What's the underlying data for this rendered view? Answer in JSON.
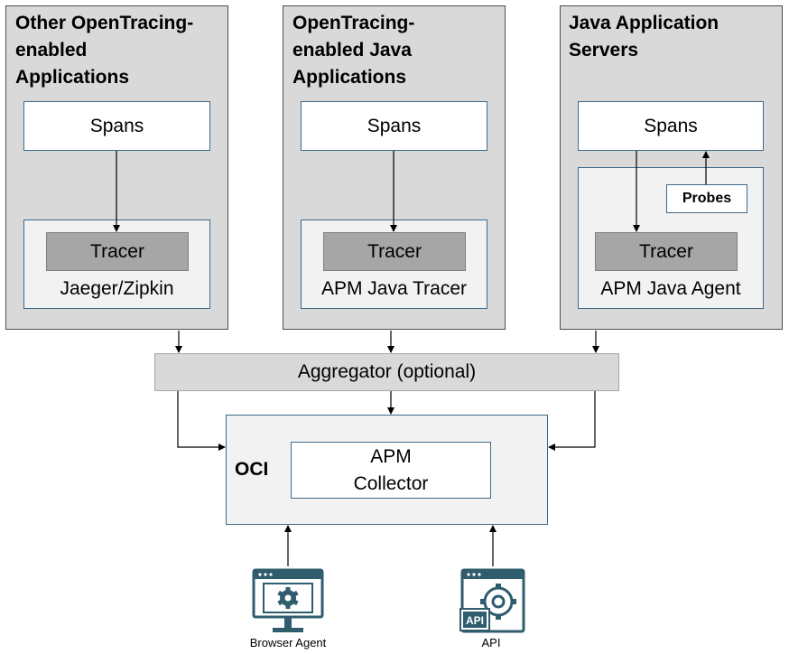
{
  "groups": [
    {
      "title": "Other OpenTracing-enabled Applications",
      "spans": "Spans",
      "tracer": "Tracer",
      "library": "Jaeger/Zipkin"
    },
    {
      "title": "OpenTracing-enabled Java Applications",
      "spans": "Spans",
      "tracer": "Tracer",
      "library": "APM Java Tracer"
    },
    {
      "title": "Java Application Servers",
      "spans": "Spans",
      "probes": "Probes",
      "tracer": "Tracer",
      "library": "APM Java Agent"
    }
  ],
  "title_lines": [
    [
      "Other OpenTracing-",
      "enabled",
      "Applications"
    ],
    [
      "OpenTracing-",
      "enabled Java",
      "Applications"
    ],
    [
      "Java Application",
      "Servers"
    ]
  ],
  "aggregator": "Aggregator (optional)",
  "oci": {
    "label": "OCI",
    "collector_line1": "APM",
    "collector_line2": "Collector"
  },
  "sources": [
    {
      "label": "Browser Agent",
      "icon": "browser-gear-icon"
    },
    {
      "label": "API",
      "icon": "api-gear-icon"
    }
  ],
  "colors": {
    "group_fill": "#d9d9d9",
    "box_border": "#3e6a8a",
    "tracer_fill": "#a6a6a6",
    "icon_color": "#2f5d6e"
  }
}
